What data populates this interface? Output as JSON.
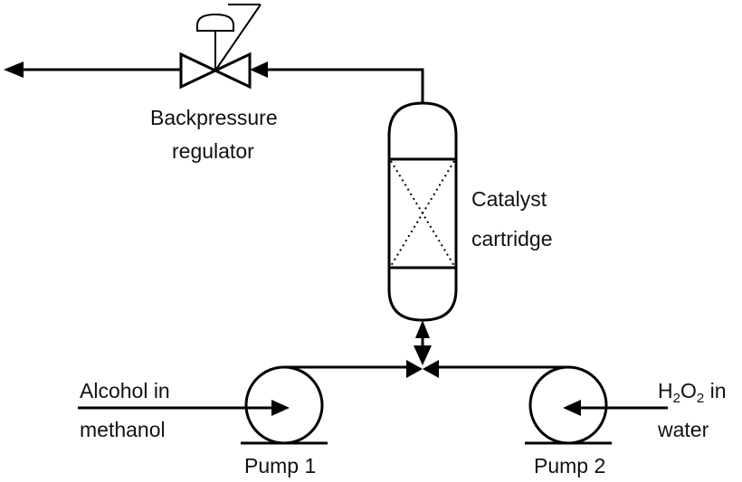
{
  "labels": {
    "regulator_line1": "Backpressure",
    "regulator_line2": "regulator",
    "catalyst_line1": "Catalyst",
    "catalyst_line2": "cartridge",
    "feed1_line1": "Alcohol in",
    "feed1_line2": "methanol",
    "feed2_h": "H",
    "feed2_sub1": "2",
    "feed2_o": "O",
    "feed2_sub2": "2",
    "feed2_in": " in",
    "feed2_line2": "water",
    "pump1": "Pump 1",
    "pump2": "Pump 2"
  },
  "colors": {
    "line": "#000000",
    "text": "#111111",
    "background": "#ffffff"
  }
}
